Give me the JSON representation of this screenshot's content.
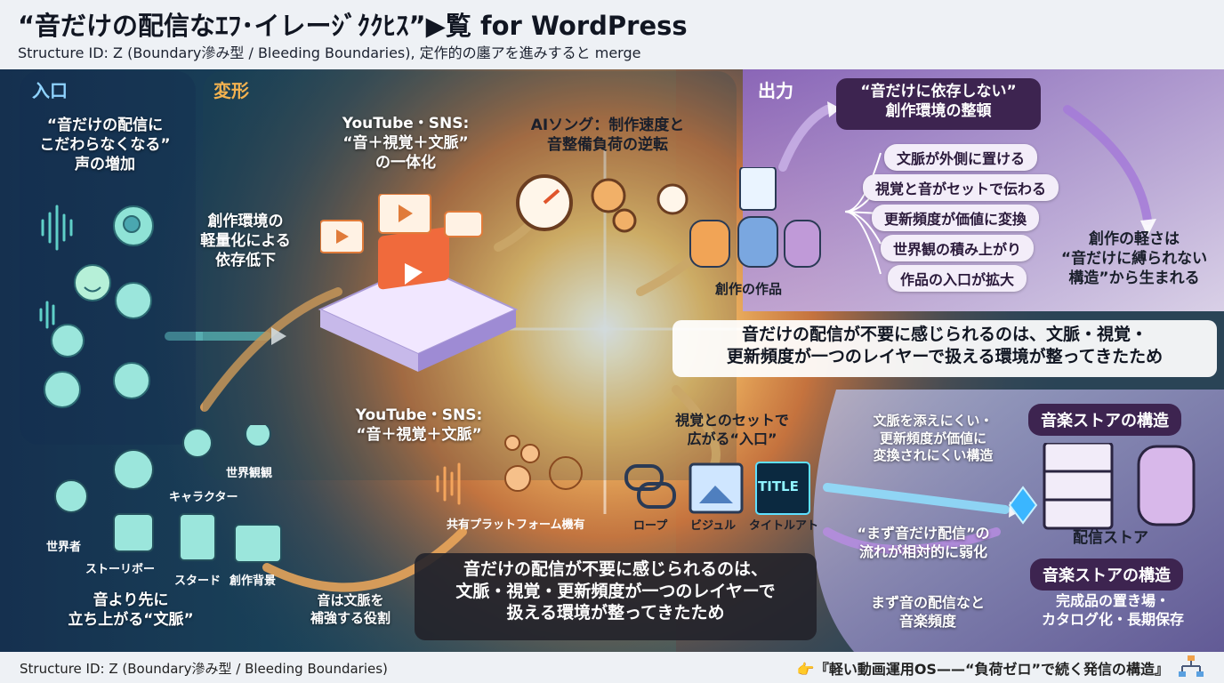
{
  "header": {
    "title": "“音だけの配信なｴﾌ･イレーｼﾞｸｸﾋｽ”▶覧 for WordPress",
    "subtitle": "Structure ID: Z (Boundary滲み型 / Bleeding Boundaries), 定作的の廛アを進みすると merge"
  },
  "input_panel": {
    "heading": "入口",
    "lead_text": "“音だけの配信に\nこだわらなくなる”\n声の増加",
    "icons": [
      "char-label",
      "world-label",
      "world-person-label",
      "story-label",
      "start-label",
      "bg-label"
    ],
    "labels": {
      "character": "キャラクター",
      "world": "世界観観",
      "world_person": "世界者",
      "story": "ストーリボー",
      "start": "スタード",
      "bg": "創作背景"
    },
    "bottom_text": "音より先に\n立ち上がる“文脈”"
  },
  "transform_panel": {
    "heading": "変形",
    "top_label": "YouTube・SNS:\n“音＋視覚＋文脈”\nの一体化",
    "ai_label": "AIソング：制作速度と\n音整備負荷の逆転",
    "left_label": "創作環境の\n軽量化による\n依存低下",
    "mid_label": "YouTube・SNS:\n“音＋視覚＋文脈”",
    "platform_label": "共有プラットフォーム機有",
    "role_label": "音は文脈を\n補強する役割",
    "works_label": "創作の作品",
    "visual_entry": "視覚とのセットで\n広がる“入口”",
    "rope_label": "ロープ",
    "visual_label": "ビジュル",
    "title_art_label": "タイトルアト",
    "title_art_text": "TITLE",
    "box_text": "音だけの配信が不要に感じられるのは、\n文脈・視覚・更新頻度が一つのレイヤーで\n扱える環境が整ってきたため"
  },
  "output_panel": {
    "heading": "出力",
    "top_box": "“音だけに依存しない”\n創作環境の整頓",
    "items": [
      "文脈が外側に置ける",
      "視覚と音がセットで伝わる",
      "更新頻度が価値に変換",
      "世界観の積み上がり",
      "作品の入口が拡大"
    ],
    "side_note": "創作の軽さは\n“音だけに縛られない\n構造”から生まれる"
  },
  "center_banner": "音だけの配信が不要に感じられるのは、文脈・視覚・\n更新頻度が一つのレイヤーで扱える環境が整ってきたため",
  "store_panel": {
    "heading1": "音楽ストアの構造",
    "store_label": "配信ストア",
    "heading2": "音楽ストアの構造",
    "bottom_text": "完成品の置き場・\nカタログ化・長期保存",
    "note1": "文脈を添えにくい・\n更新頻度が価値に\n変換されにくい構造",
    "note2": "“まず音だけ配信”の\n流れが相対的に弱化",
    "note3": "まず音の配信なと\n音楽頻度"
  },
  "footer": {
    "left": "Structure ID: Z (Boundary滲み型 / Bleeding Boundaries)",
    "right": "👉『軽い動画運用OS——“負荷ゼロ”で続く発信の構造』"
  },
  "colors": {
    "input_bg": "#1f3b5c",
    "transform_bg": "#2d5a66",
    "output_bg": "#6a4c8c",
    "accent_orange": "#f5a04a",
    "accent_teal": "#2fb5a8",
    "accent_purple": "#8a63b8"
  },
  "icon_names": [
    "sound-wave-icon",
    "head-brain-icon",
    "smile-face-icon",
    "person-icon",
    "globe-icon",
    "play-window-icon",
    "chat-bubble-icon",
    "gauge-icon",
    "gear-icon",
    "stopwatch-icon",
    "database-icon",
    "document-icon",
    "chain-link-icon",
    "image-icon",
    "bookshelf-icon",
    "crystal-icon",
    "org-chart-icon"
  ]
}
